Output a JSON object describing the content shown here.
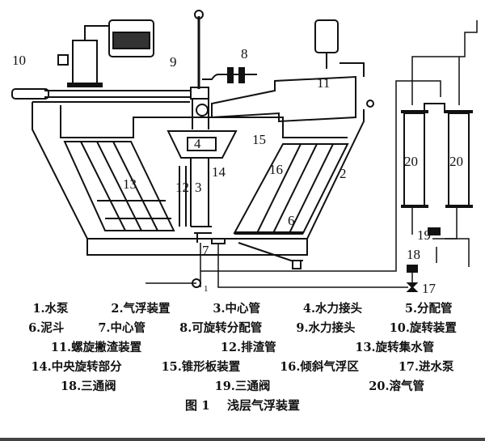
{
  "diagram": {
    "labels": {
      "l1": "1",
      "l2": "2",
      "l3": "3",
      "l4": "4",
      "l6": "6",
      "l7": "7",
      "l8": "8",
      "l9": "9",
      "l10": "10",
      "l11": "11",
      "l12": "12",
      "l13": "13",
      "l14": "14",
      "l15": "15",
      "l16": "16",
      "l17": "17",
      "l18": "18",
      "l19": "19",
      "l20a": "20",
      "l20b": "20"
    }
  },
  "legend": {
    "rows": [
      [
        "1.水泵",
        "2.气浮装置",
        "3.中心管",
        "4.水力接头",
        "5.分配管"
      ],
      [
        "6.泥斗",
        "7.中心管",
        "8.可旋转分配管",
        "9.水力接头",
        "10.旋转装置"
      ],
      [
        "11.螺旋撇渣装置",
        "12.排渣管",
        "13.旋转集水管"
      ],
      [
        "14.中央旋转部分",
        "15.锥形板装置",
        "16.倾斜气浮区",
        "17.进水泵"
      ],
      [
        "18.三通阀",
        "19.三通阀",
        "20.溶气管"
      ]
    ],
    "caption_number": "图 1",
    "caption_title": "浅层气浮装置"
  }
}
